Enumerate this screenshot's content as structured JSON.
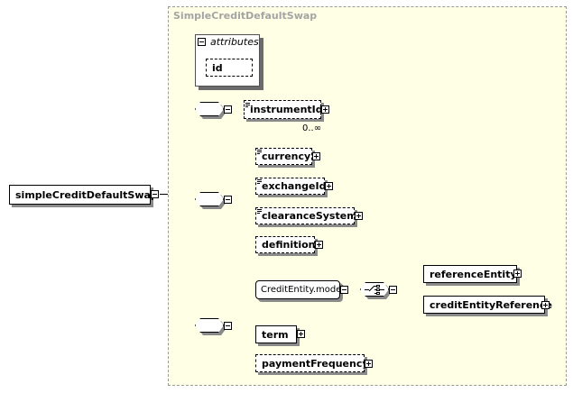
{
  "diagram": {
    "root_element": "simpleCreditDefaultSwap",
    "type_name": "SimpleCreditDefaultSwap",
    "attributes": {
      "title": "attributes",
      "items": [
        "id"
      ]
    },
    "sequence_1": {
      "elements": [
        {
          "name": "instrumentId",
          "optional": true,
          "typed": true,
          "occurrence": "0..∞"
        }
      ]
    },
    "sequence_2": {
      "elements": [
        {
          "name": "currency",
          "optional": true,
          "typed": true
        },
        {
          "name": "exchangeId",
          "optional": true,
          "typed": true
        },
        {
          "name": "clearanceSystem",
          "optional": true,
          "typed": true
        },
        {
          "name": "definition",
          "optional": true,
          "typed": false
        }
      ]
    },
    "sequence_3": {
      "group_ref": "CreditEntity.model",
      "choice": [
        "referenceEntity",
        "creditEntityReference"
      ],
      "elements": [
        {
          "name": "term",
          "optional": false
        },
        {
          "name": "paymentFrequency",
          "optional": true
        }
      ]
    }
  },
  "colors": {
    "type_background": "#ffffe6",
    "type_border": "#9a9a9a",
    "type_title": "#a4a4a4",
    "line": "#000000",
    "shadow": "#8a8a8a"
  }
}
